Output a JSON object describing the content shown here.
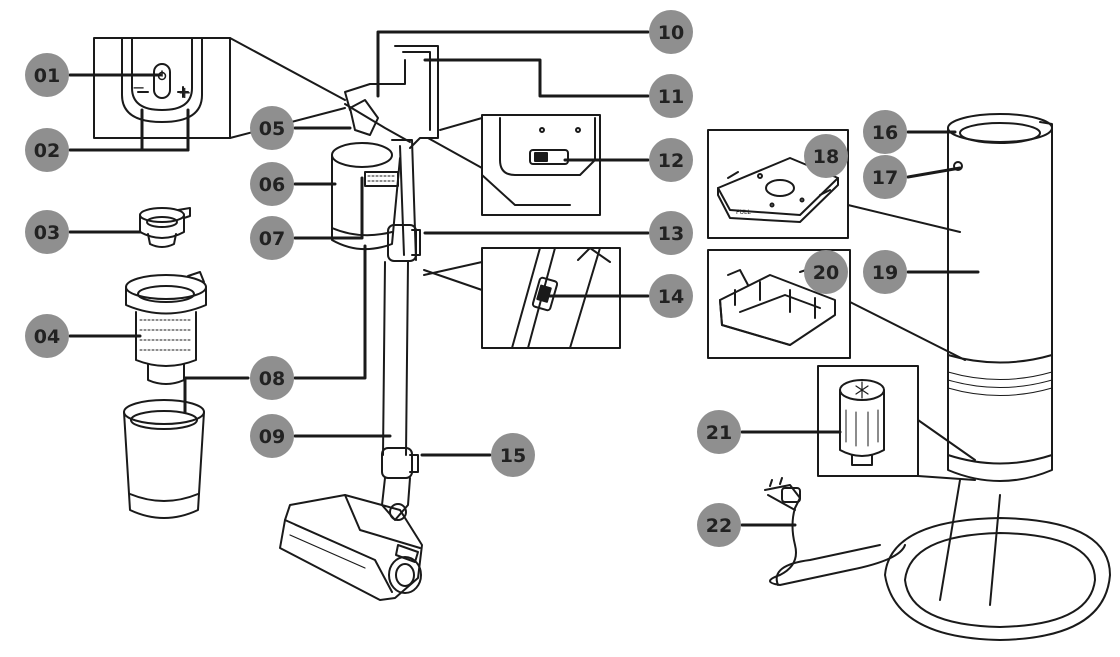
{
  "callouts": [
    {
      "id": "01",
      "label": "01"
    },
    {
      "id": "02",
      "label": "02"
    },
    {
      "id": "03",
      "label": "03"
    },
    {
      "id": "04",
      "label": "04"
    },
    {
      "id": "05",
      "label": "05"
    },
    {
      "id": "06",
      "label": "06"
    },
    {
      "id": "07",
      "label": "07"
    },
    {
      "id": "08",
      "label": "08"
    },
    {
      "id": "09",
      "label": "09"
    },
    {
      "id": "10",
      "label": "10"
    },
    {
      "id": "11",
      "label": "11"
    },
    {
      "id": "12",
      "label": "12"
    },
    {
      "id": "13",
      "label": "13"
    },
    {
      "id": "14",
      "label": "14"
    },
    {
      "id": "15",
      "label": "15"
    },
    {
      "id": "16",
      "label": "16"
    },
    {
      "id": "17",
      "label": "17"
    },
    {
      "id": "18",
      "label": "18"
    },
    {
      "id": "19",
      "label": "19"
    },
    {
      "id": "20",
      "label": "20"
    },
    {
      "id": "21",
      "label": "21"
    },
    {
      "id": "22",
      "label": "22"
    }
  ],
  "panel_text": {
    "minus": "−",
    "plus": "+",
    "pull": "PULL"
  },
  "colors": {
    "badge": "#8f8f8f",
    "stroke": "#1a1a1a",
    "badge_text": "#1e1e1e"
  }
}
